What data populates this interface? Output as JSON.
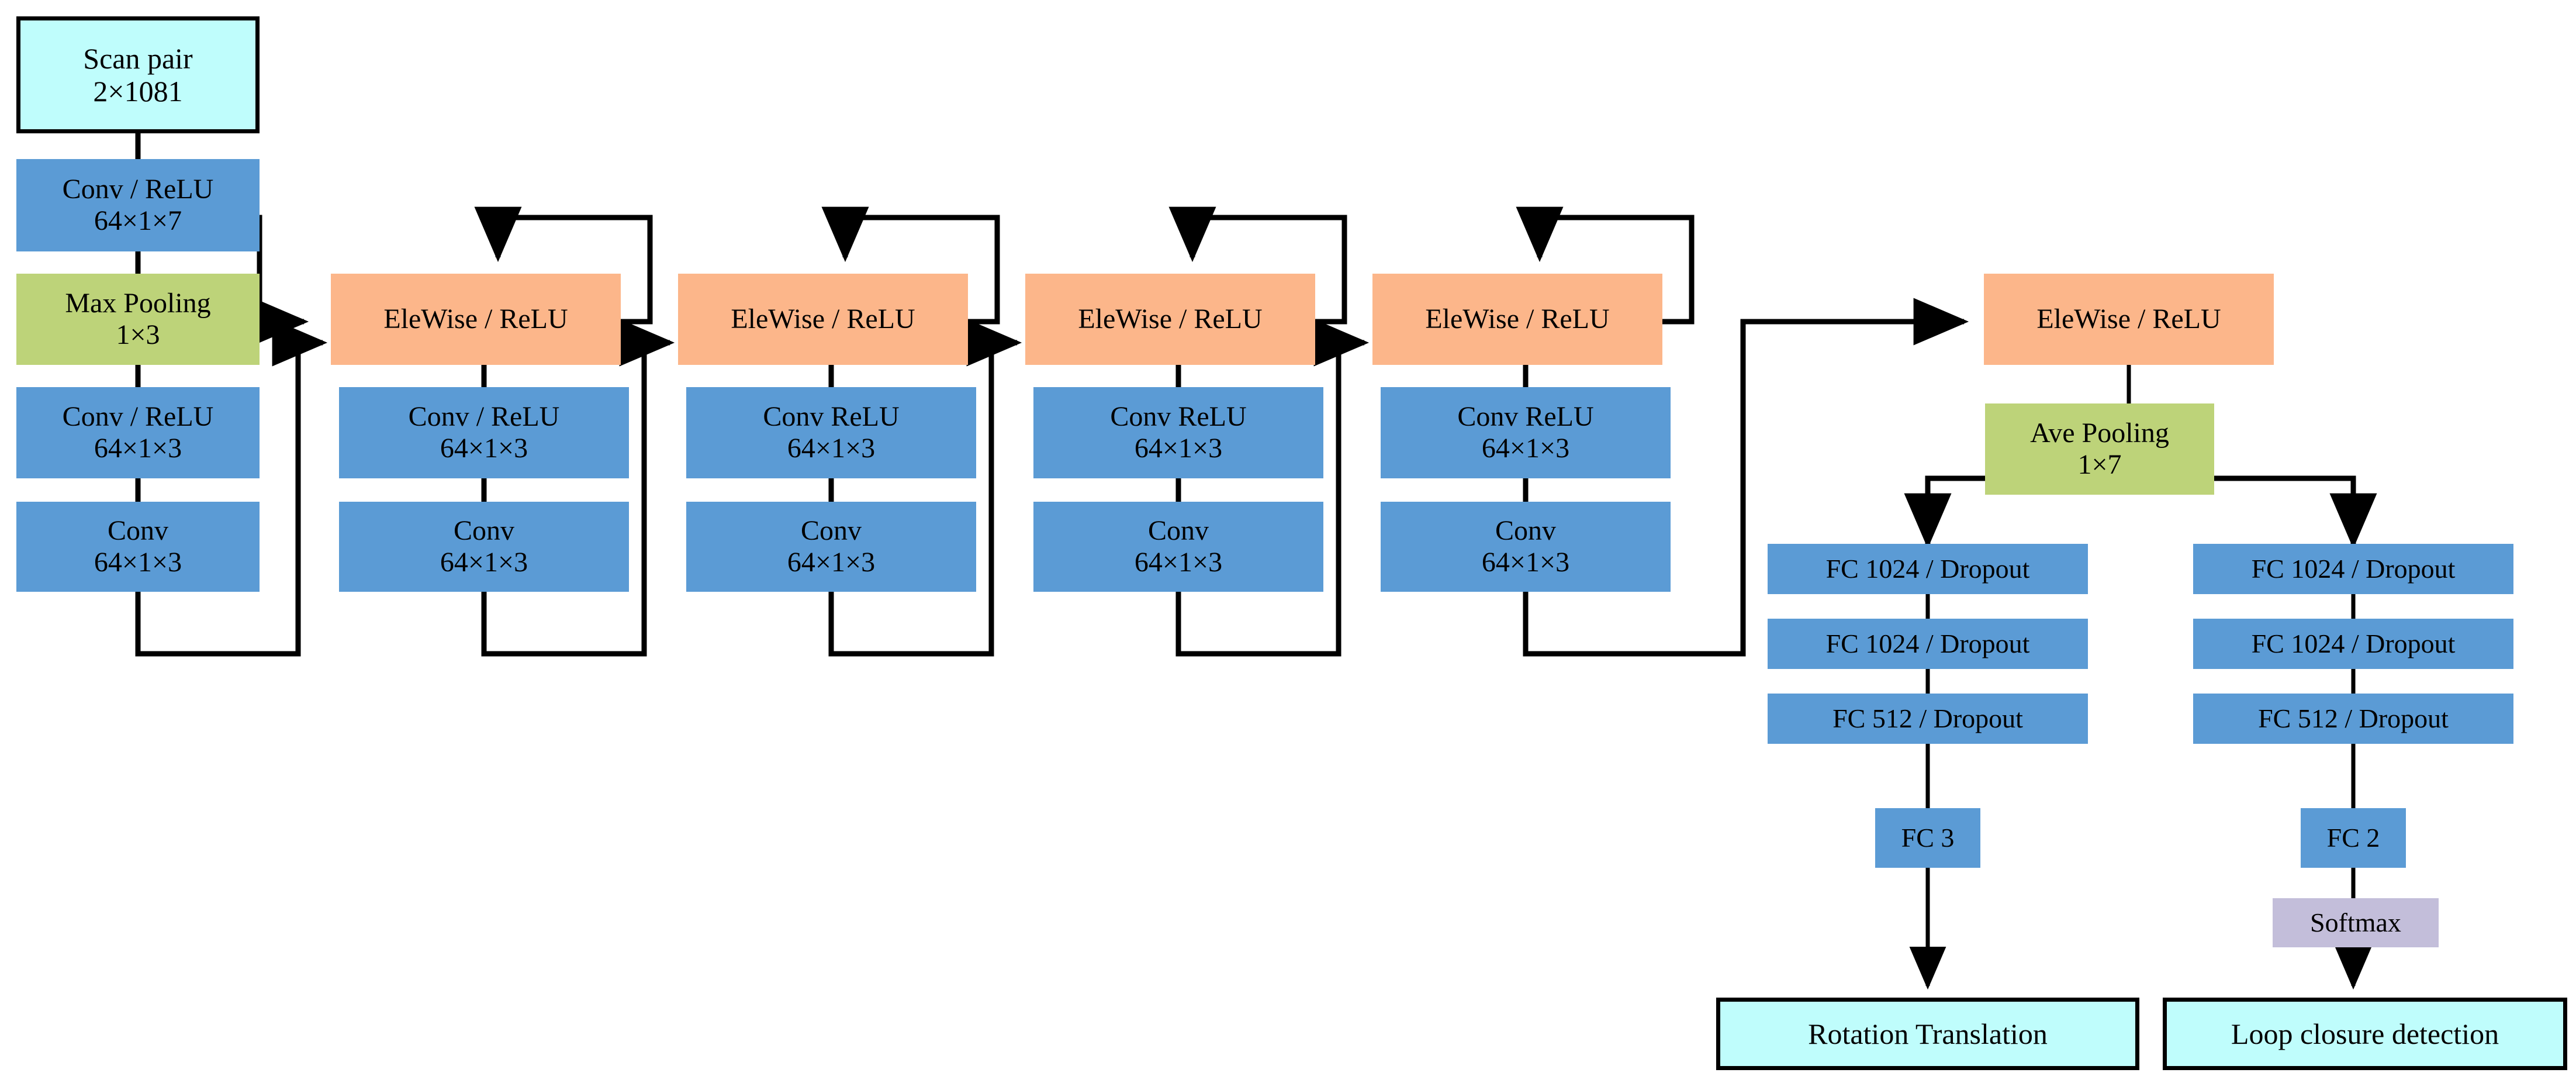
{
  "figure": {
    "kind": "neural-network-architecture-diagram",
    "colors": {
      "input_output": "#BFFDFC",
      "conv": "#5B9BD5",
      "elewise": "#FCB68A",
      "pooling": "#BDD379",
      "softmax": "#C3BEDA",
      "edge": "#000000",
      "background": "#FFFFFF"
    }
  },
  "nodes": {
    "scan_pair": {
      "l1": "Scan pair",
      "l2": "2×1081"
    },
    "conv1": {
      "l1": "Conv / ReLU",
      "l2": "64×1×7"
    },
    "maxpool": {
      "l1": "Max Pooling",
      "l2": "1×3"
    },
    "conv2": {
      "l1": "Conv / ReLU",
      "l2": "64×1×3"
    },
    "conv3": {
      "l1": "Conv",
      "l2": "64×1×3"
    },
    "ele1": {
      "l1": "EleWise / ReLU",
      "l2": ""
    },
    "b1_conv1": {
      "l1": "Conv / ReLU",
      "l2": "64×1×3"
    },
    "b1_conv2": {
      "l1": "Conv",
      "l2": "64×1×3"
    },
    "ele2": {
      "l1": "EleWise / ReLU",
      "l2": ""
    },
    "b2_conv1": {
      "l1": "Conv ReLU",
      "l2": "64×1×3"
    },
    "b2_conv2": {
      "l1": "Conv",
      "l2": "64×1×3"
    },
    "ele3": {
      "l1": "EleWise / ReLU",
      "l2": ""
    },
    "b3_conv1": {
      "l1": "Conv ReLU",
      "l2": "64×1×3"
    },
    "b3_conv2": {
      "l1": "Conv",
      "l2": "64×1×3"
    },
    "ele4": {
      "l1": "EleWise / ReLU",
      "l2": ""
    },
    "b4_conv1": {
      "l1": "Conv ReLU",
      "l2": "64×1×3"
    },
    "b4_conv2": {
      "l1": "Conv",
      "l2": "64×1×3"
    },
    "ele5": {
      "l1": "EleWise / ReLU",
      "l2": ""
    },
    "avepool": {
      "l1": "Ave Pooling",
      "l2": "1×7"
    },
    "l_fc1": {
      "l1": "FC 1024 / Dropout",
      "l2": ""
    },
    "l_fc2": {
      "l1": "FC 1024 / Dropout",
      "l2": ""
    },
    "l_fc3": {
      "l1": "FC 512 / Dropout",
      "l2": ""
    },
    "l_fc4": {
      "l1": "FC 3",
      "l2": ""
    },
    "out_left": {
      "l1": "Rotation Translation",
      "l2": ""
    },
    "r_fc1": {
      "l1": "FC 1024 / Dropout",
      "l2": ""
    },
    "r_fc2": {
      "l1": "FC 1024 / Dropout",
      "l2": ""
    },
    "r_fc3": {
      "l1": "FC 512 / Dropout",
      "l2": ""
    },
    "r_fc4": {
      "l1": "FC 2",
      "l2": ""
    },
    "softmax": {
      "l1": "Softmax",
      "l2": ""
    },
    "out_right": {
      "l1": "Loop closure detection",
      "l2": ""
    }
  }
}
